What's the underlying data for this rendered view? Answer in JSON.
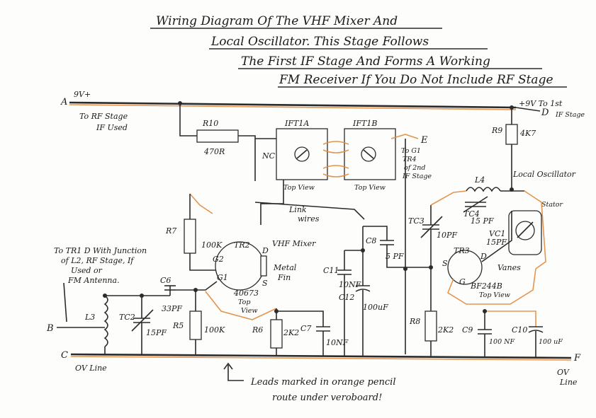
{
  "title": [
    "Wiring Diagram Of The VHF Mixer And",
    "Local Oscillator. This Stage Follows",
    "The First IF Stage And Forms A Working",
    "FM Receiver If You Do Not Include RF Stage"
  ],
  "terminals": {
    "a": "A",
    "b": "B",
    "c": "C",
    "d": "D",
    "e": "E",
    "f": "F"
  },
  "notes": {
    "a_supply": "9V+",
    "a_to_rf_1": "To RF Stage",
    "a_to_rf_2": "IF Used",
    "d_supply": "+9V To 1st",
    "d_if_stage": "IF Stage",
    "e_1": "To G1",
    "e_2": "TR4",
    "e_3": "of 2nd",
    "e_4": "IF Stage",
    "b_to_tr1_1": "To TR1 D With Junction",
    "b_to_tr1_2": "of L2, RF Stage, If",
    "b_to_tr1_3": "Used or",
    "b_to_tr1_4": "FM Antenna.",
    "c_ov_line": "OV Line",
    "f_ov_line_1": "OV",
    "f_ov_line_2": "Line",
    "leads_1": "Leads marked in orange pencil",
    "leads_2": "route under veroboard!",
    "link_wires_1": "Link",
    "link_wires_2": "wires",
    "vhf_mixer": "VHF Mixer",
    "metal_fin_1": "Metal",
    "metal_fin_2": "Fin",
    "local_osc": "Local Oscillator",
    "stator": "Stator",
    "vanes": "Vanes",
    "top_view": "Top View",
    "tr2_view_1": "Top",
    "tr2_view_2": "View",
    "nc": "NC"
  },
  "components": {
    "r10": "R10",
    "r10_val": "470R",
    "r9": "R9",
    "r9_val": "4K7",
    "r7": "R7",
    "r7_val": "100K",
    "r5": "R5",
    "r5_val": "100K",
    "r6": "R6",
    "r6_val": "2K2",
    "r8": "R8",
    "r8_val": "2K2",
    "ift1a": "IFT1A",
    "ift1b": "IFT1B",
    "l3": "L3",
    "l4": "L4",
    "tc2": "TC2",
    "tc2_val": "15PF",
    "tc3": "TC3",
    "tc3_val": "10PF",
    "tc4": "TC4",
    "tc4_val": "15 PF",
    "vc1": "VC1",
    "vc1_val": "15PF",
    "c6": "C6",
    "c6_val": "33PF",
    "c7": "C7",
    "c7_val": "10NF",
    "c8": "C8",
    "c8_val": "5 PF",
    "c11": "C11",
    "c11_val": "10NF",
    "c12": "C12",
    "c12_val": "100uF",
    "c9": "C9",
    "c9_val": "100 NF",
    "c10": "C10",
    "c10_val": "100 uF",
    "tr2": "TR2",
    "tr2_part": "40673",
    "tr3": "TR3",
    "tr3_part": "BF244B",
    "tr3_view": "Top View",
    "g1": "G1",
    "g2": "G2",
    "s": "S",
    "d": "D",
    "g": "G"
  }
}
